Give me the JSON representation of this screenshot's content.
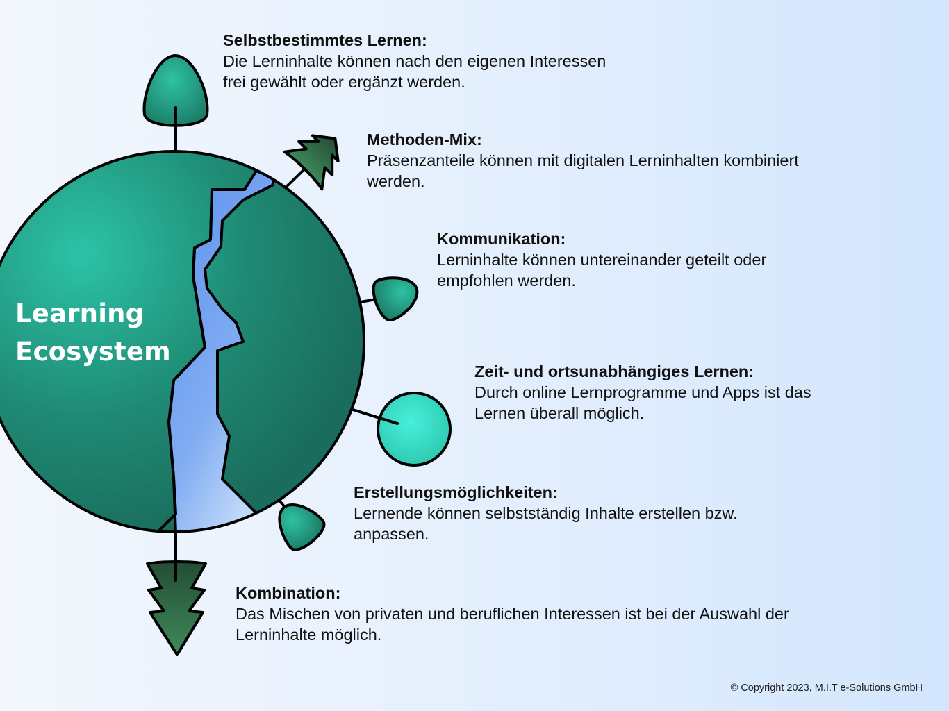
{
  "title": {
    "line1": "Learning",
    "line2": "Ecosystem"
  },
  "features": [
    {
      "heading": "Selbstbestimmtes Lernen:",
      "text": "Die Lerninhalte können nach den eigenen Interessen\nfrei gewählt oder ergänzt werden."
    },
    {
      "heading": "Methoden-Mix:",
      "text": "Präsenzanteile können mit digitalen Lerninhalten kombiniert\nwerden."
    },
    {
      "heading": "Kommunikation:",
      "text": "Lerninhalte können untereinander geteilt oder\nempfohlen werden."
    },
    {
      "heading": "Zeit- und ortsunabhängiges Lernen:",
      "text": "Durch online Lernprogramme und Apps ist das\nLernen überall möglich."
    },
    {
      "heading": "Erstellungsmöglichkeiten:",
      "text": "Lernende können selbstständig Inhalte erstellen bzw.\nanpassen."
    },
    {
      "heading": "Kombination:",
      "text": "Das Mischen von privaten und beruflichen Interessen ist bei der Auswahl der\nLerninhalte möglich."
    }
  ],
  "copyright": "© Copyright 2023, M.I.T e-Solutions GmbH",
  "colors": {
    "globe": "#1d7a68",
    "globe_highlight": "#2cc3a7",
    "river": "#7aa8f0",
    "tree_light": "#2fb99a",
    "tree_dark": "#2e6a45",
    "bush": "#3fe5cf",
    "outline": "#000000"
  },
  "icons": [
    "round-tree-icon",
    "pine-tree-icon",
    "bush-icon"
  ]
}
